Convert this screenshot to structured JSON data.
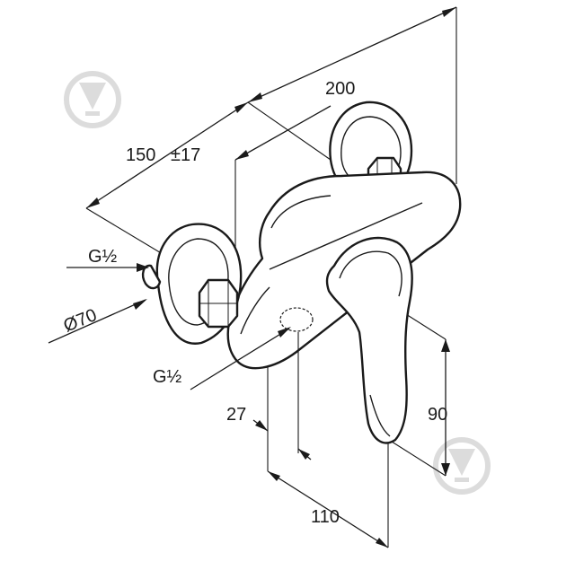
{
  "dimensions": {
    "overall_width": "200",
    "connection_spacing": "150",
    "tolerance": "±17",
    "inlet_thread": "G½",
    "rosette_diameter": "Ø70",
    "outlet_thread": "G½",
    "outlet_offset": "27",
    "lever_height": "90",
    "depth": "110"
  }
}
